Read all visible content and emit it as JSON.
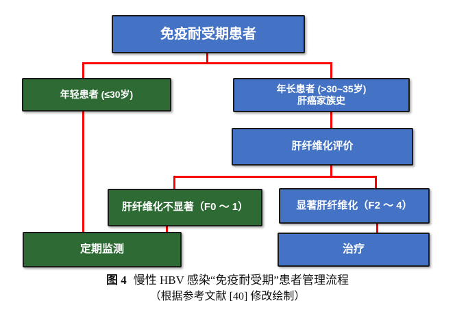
{
  "figure": {
    "type": "flowchart",
    "nodes": {
      "root": {
        "label": "免疫耐受期患者",
        "color": "#4472c4"
      },
      "young": {
        "label": "年轻患者 (≤30岁)",
        "color": "#2d6a34"
      },
      "older": {
        "line1": "年长患者 (>30~35岁)",
        "line2": "肝癌家族史",
        "color": "#4472c4"
      },
      "fibrosis_eval": {
        "label": "肝纤维化评价",
        "color": "#4472c4"
      },
      "fibrosis_low": {
        "label": "肝纤维化不显著（F0 ～ 1）",
        "color": "#2d6a34"
      },
      "fibrosis_high": {
        "label": "显著肝纤维化（F2 ～ 4）",
        "color": "#4472c4"
      },
      "monitor": {
        "label": "定期监测",
        "color": "#2d6a34"
      },
      "treat": {
        "label": "治疗",
        "color": "#4472c4"
      }
    },
    "edges": [
      "root -> young",
      "root -> older",
      "young -> monitor",
      "older -> fibrosis_eval",
      "fibrosis_eval -> fibrosis_low",
      "fibrosis_eval -> fibrosis_high",
      "fibrosis_low -> monitor",
      "fibrosis_high -> treat"
    ],
    "caption": {
      "figure_label": "图 4",
      "title": "慢性 HBV 感染“免疫耐受期”患者管理流程",
      "source_note": "（根据参考文献 [40] 修改绘制）"
    },
    "colors": {
      "box_blue": "#4472c4",
      "box_green": "#2d6a34",
      "connector_red": "#fa0000",
      "border": "#1a1a1a",
      "box_text": "#ffffff"
    }
  }
}
